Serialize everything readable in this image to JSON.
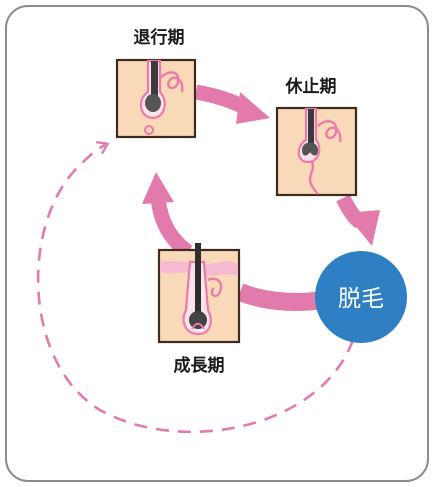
{
  "diagram": {
    "stages": {
      "catagen": {
        "label": "退行期"
      },
      "telogen": {
        "label": "休止期"
      },
      "anagen": {
        "label": "成長期"
      }
    },
    "epilation": {
      "label": "脱毛"
    },
    "colors": {
      "frame_border": "#8c8c8c",
      "skin": "#f9d9b8",
      "skin_outline": "#3d2b1f",
      "follicle_pink": "#e97cab",
      "follicle_fill": "#fbe3ec",
      "hair_bulb": "#4a4a4a",
      "arrow_pink": "#e27aab",
      "dashed_arrow": "#e27aab",
      "epilation_circle": "#2e7fc3"
    }
  }
}
